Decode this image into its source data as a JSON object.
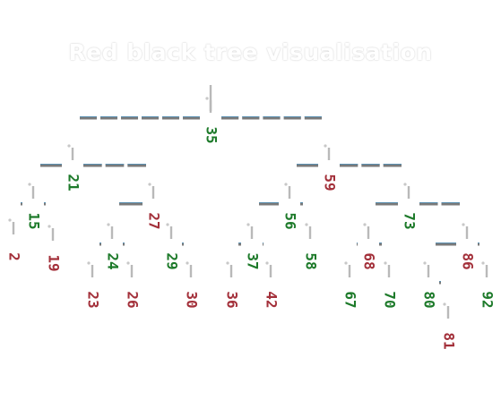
{
  "title": "Red black tree visualisation",
  "colors": {
    "red": "#a3303a",
    "black": "#1d7a2a"
  },
  "tree": {
    "key": 35,
    "color": "black",
    "children": [
      {
        "key": 21,
        "color": "black",
        "children": [
          {
            "key": 15,
            "color": "black",
            "children": [
              {
                "key": 2,
                "color": "red"
              },
              {
                "key": 19,
                "color": "red"
              }
            ]
          },
          {
            "key": 27,
            "color": "red",
            "children": [
              {
                "key": 24,
                "color": "black",
                "children": [
                  {
                    "key": 23,
                    "color": "red"
                  },
                  {
                    "key": 26,
                    "color": "red"
                  }
                ]
              },
              {
                "key": 29,
                "color": "black",
                "children": [
                  null,
                  {
                    "key": 30,
                    "color": "red"
                  }
                ]
              }
            ]
          }
        ]
      },
      {
        "key": 59,
        "color": "red",
        "children": [
          {
            "key": 56,
            "color": "black",
            "children": [
              {
                "key": 37,
                "color": "black",
                "children": [
                  {
                    "key": 36,
                    "color": "red"
                  },
                  {
                    "key": 42,
                    "color": "red"
                  }
                ]
              },
              {
                "key": 58,
                "color": "black"
              }
            ]
          },
          {
            "key": 73,
            "color": "black",
            "children": [
              {
                "key": 68,
                "color": "red",
                "children": [
                  {
                    "key": 67,
                    "color": "black"
                  },
                  {
                    "key": 70,
                    "color": "black"
                  }
                ]
              },
              {
                "key": 86,
                "color": "red",
                "children": [
                  {
                    "key": 80,
                    "color": "black",
                    "children": [
                      null,
                      {
                        "key": 81,
                        "color": "red"
                      }
                    ]
                  },
                  {
                    "key": 92,
                    "color": "black"
                  }
                ]
              }
            ]
          }
        ]
      }
    ]
  }
}
